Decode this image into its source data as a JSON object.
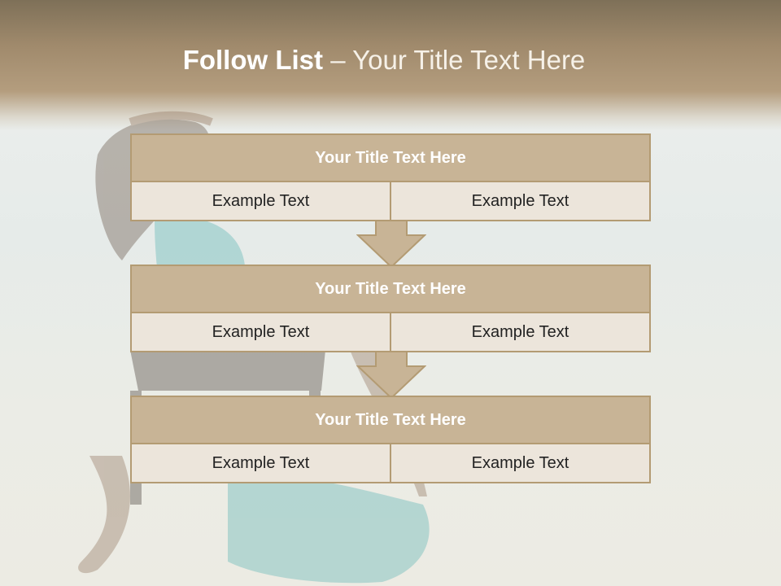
{
  "slide": {
    "title_bold": "Follow List",
    "title_rest": " – Your Title Text Here"
  },
  "steps": [
    {
      "title": "Your Title Text Here",
      "left": "Example Text",
      "right": "Example Text"
    },
    {
      "title": "Your Title Text Here",
      "left": "Example Text",
      "right": "Example Text"
    },
    {
      "title": "Your Title Text Here",
      "left": "Example Text",
      "right": "Example Text"
    }
  ],
  "colors": {
    "header_band": "#a08a6c",
    "box_header": "#c8b496",
    "box_body": "#ece5db",
    "box_border": "#b39b73",
    "arrow_fill": "#c8b496"
  },
  "icons": [
    "down-arrow-icon"
  ]
}
